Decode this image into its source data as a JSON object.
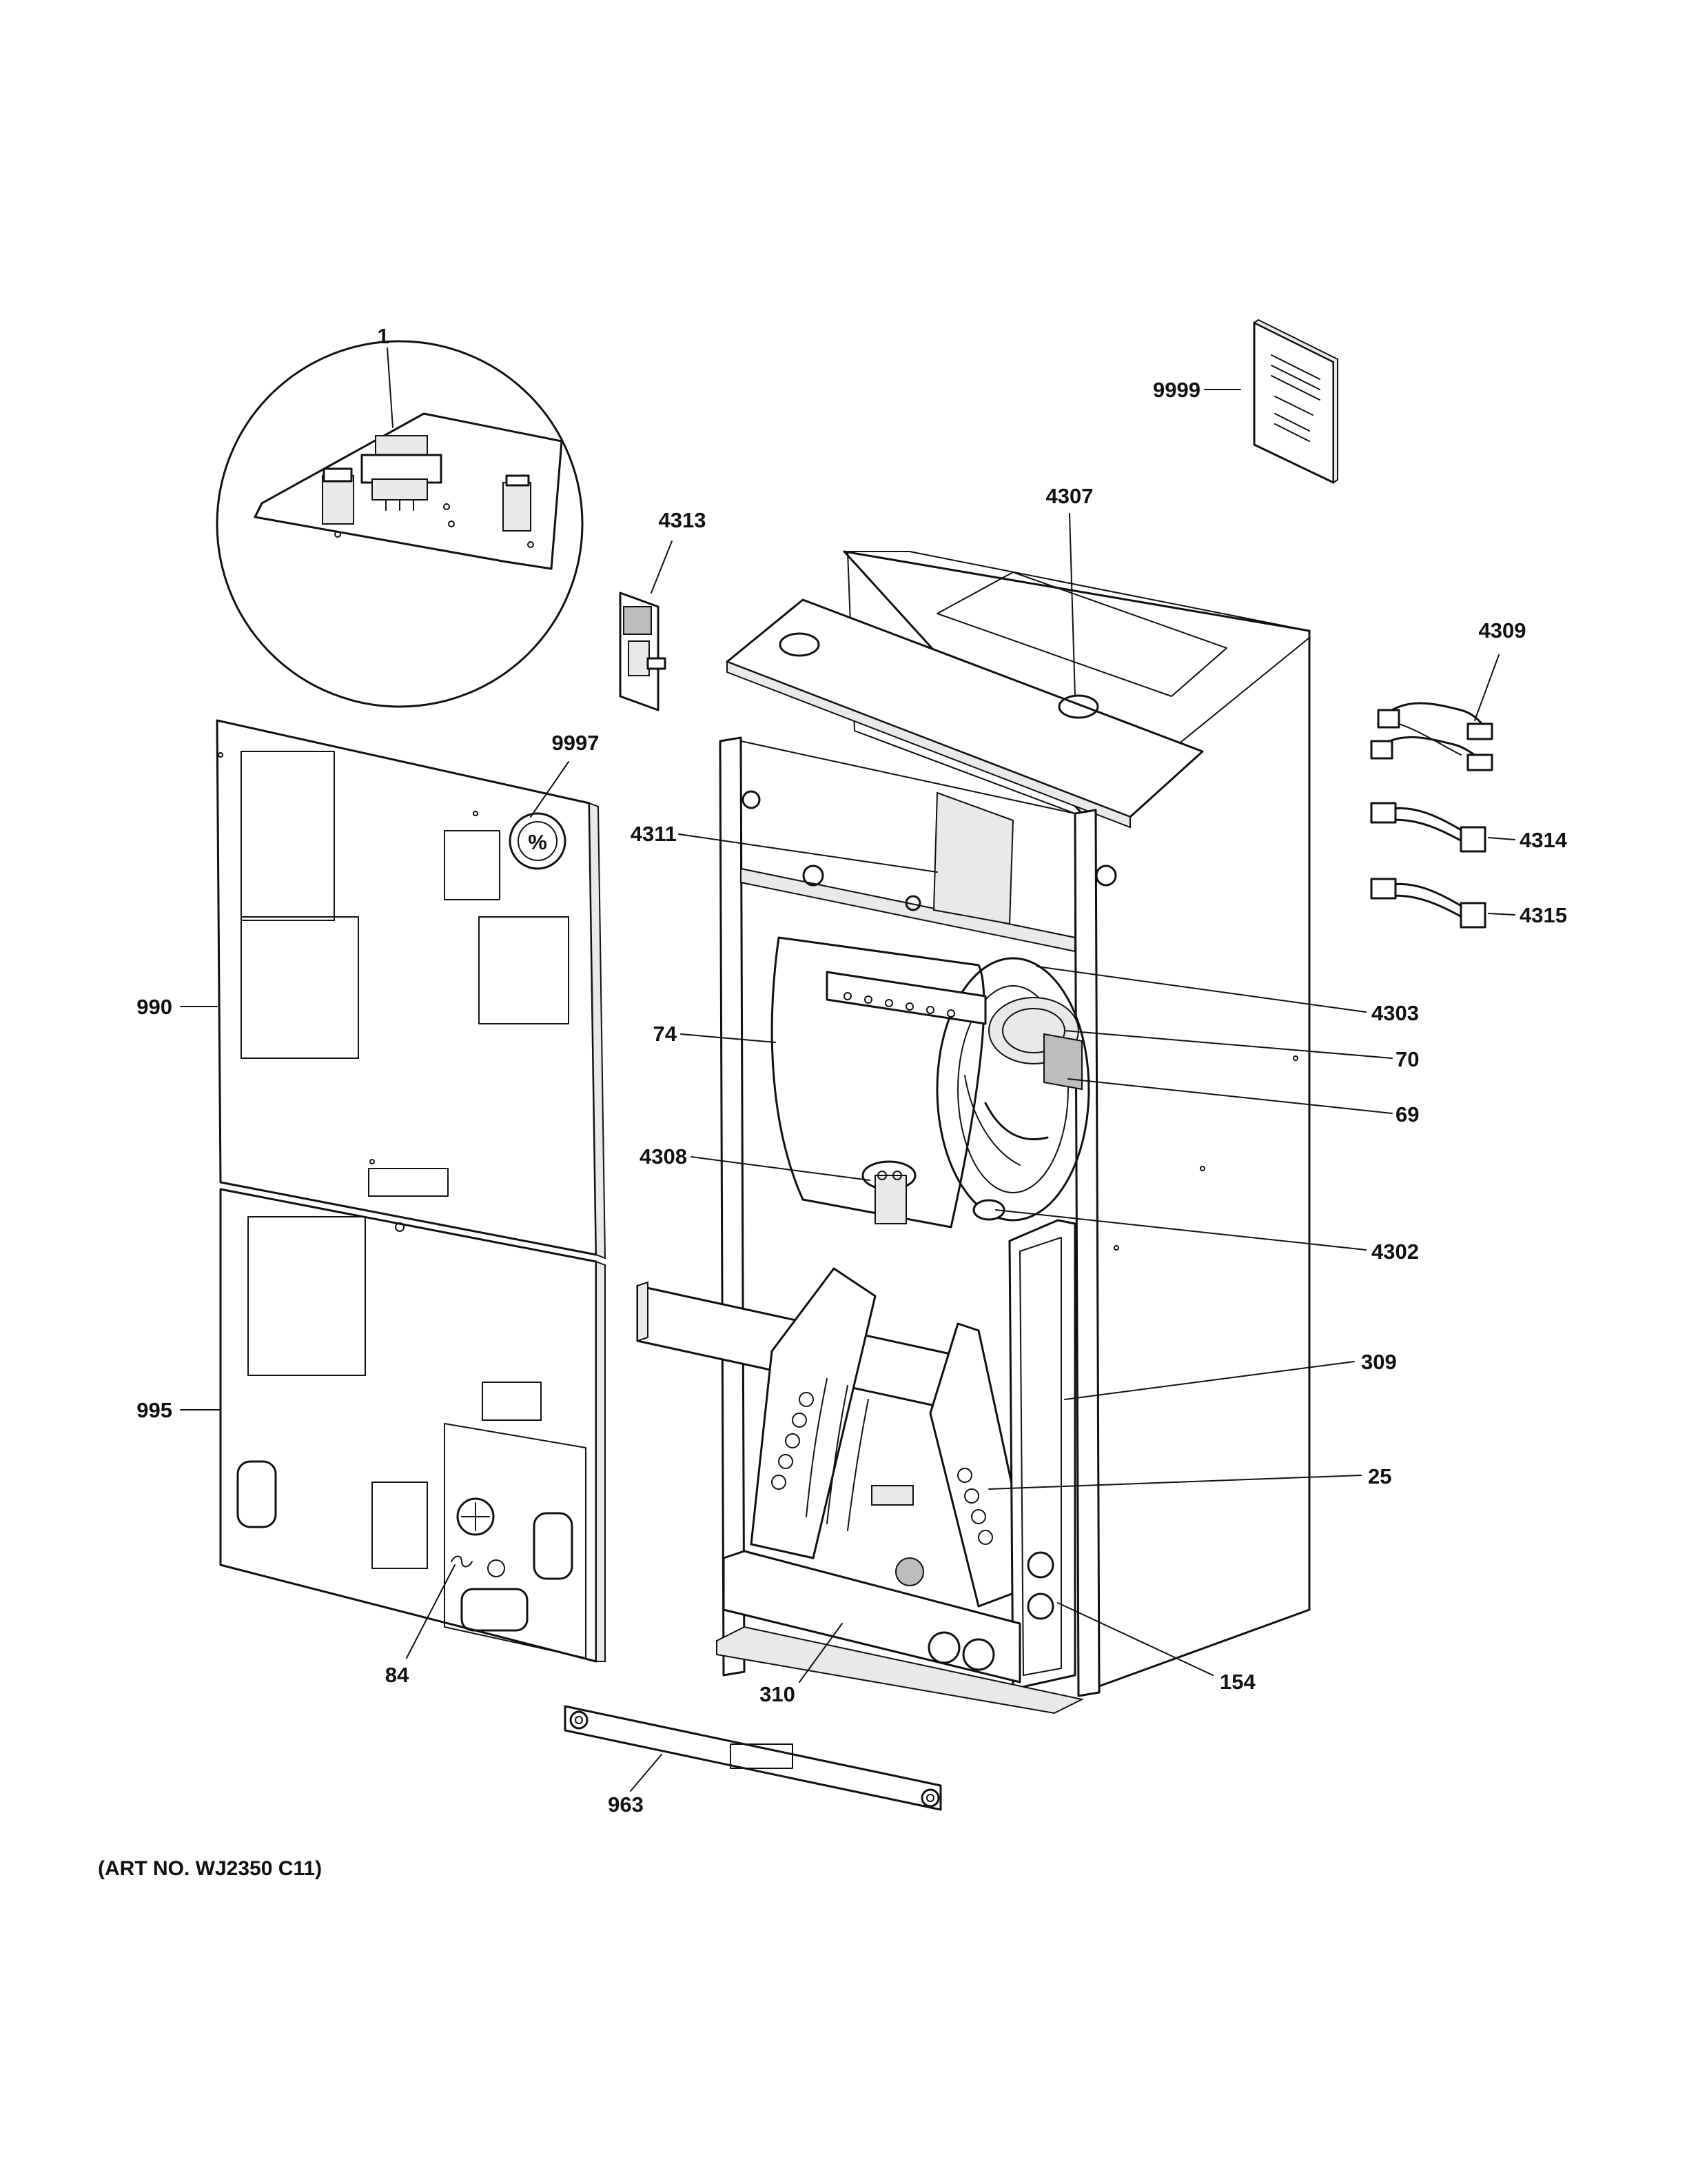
{
  "callouts": {
    "c1": "1",
    "c9999": "9999",
    "c4313": "4313",
    "c4307": "4307",
    "c4309": "4309",
    "c9997": "9997",
    "c4311": "4311",
    "c4314": "4314",
    "c4315": "4315",
    "c990": "990",
    "c4303": "4303",
    "c74": "74",
    "c70": "70",
    "c69": "69",
    "c4308": "4308",
    "c4302": "4302",
    "c309": "309",
    "c995": "995",
    "c25": "25",
    "c84": "84",
    "c310": "310",
    "c154": "154",
    "c963": "963"
  },
  "art_number": "(ART NO. WJ2350 C11)"
}
